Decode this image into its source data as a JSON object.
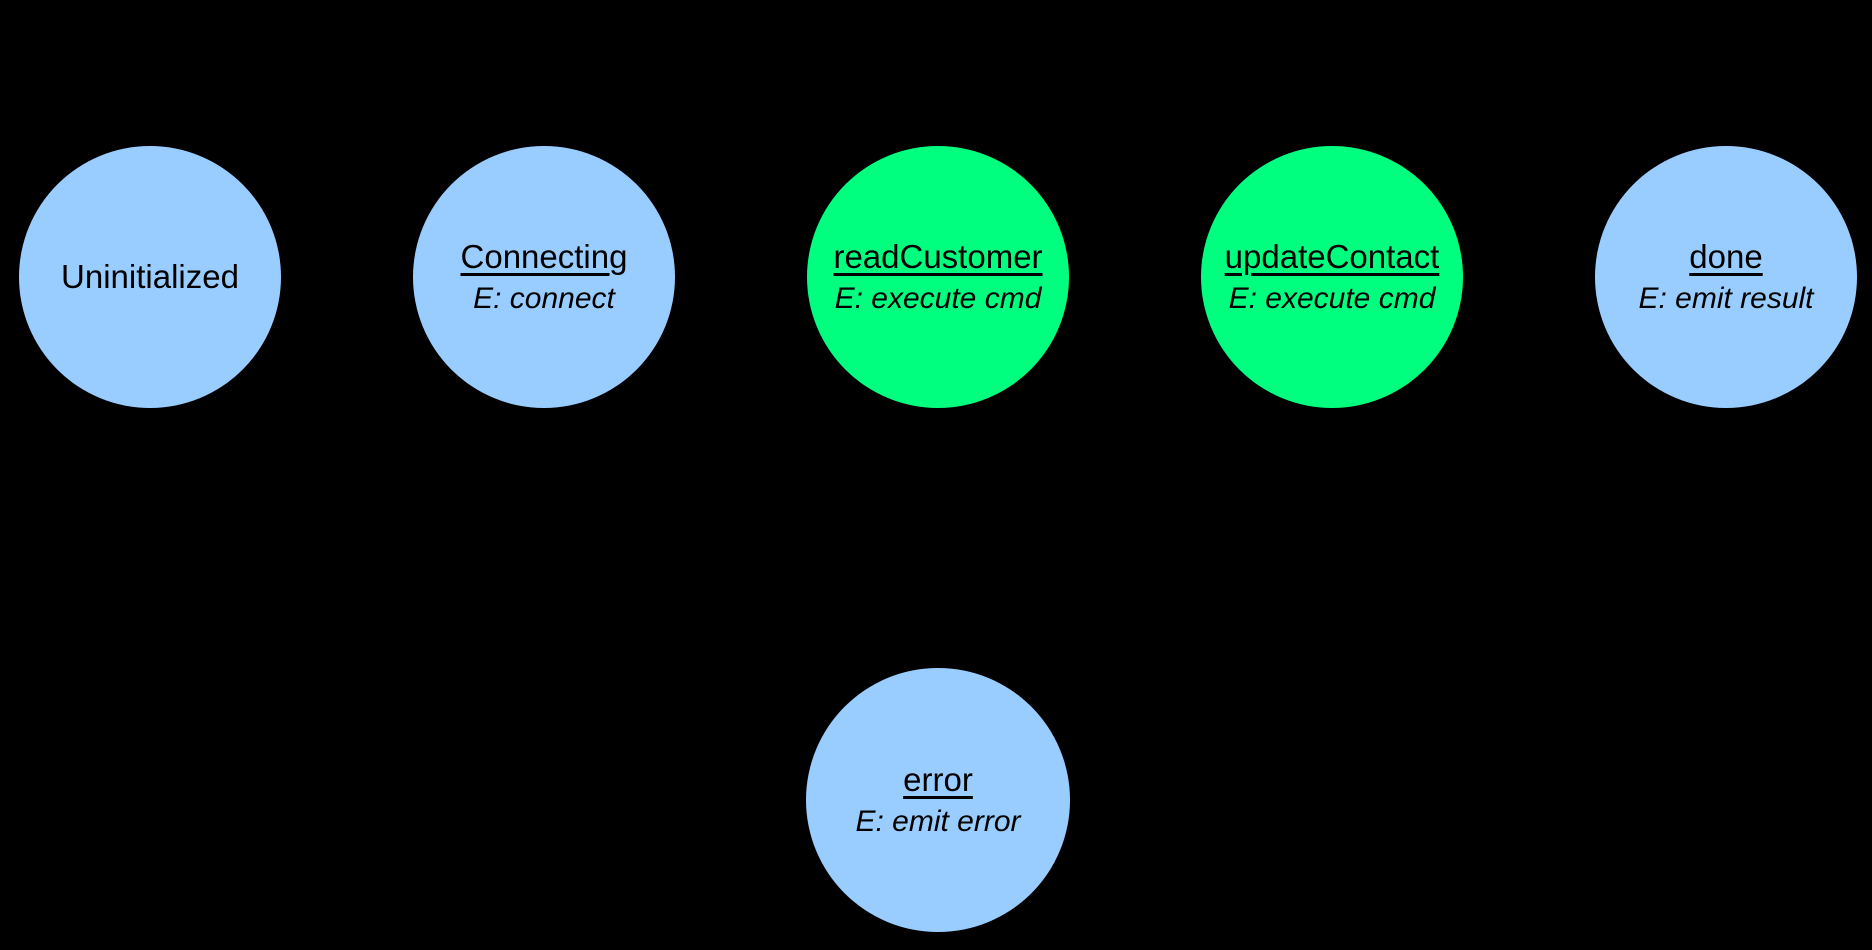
{
  "diagram": {
    "type": "state-machine",
    "background_color": "#000000",
    "text_color": "#000000",
    "colors": {
      "idle_state_fill": "#99CCFF",
      "active_state_fill": "#00FF7F"
    },
    "states": [
      {
        "id": "uninitialized",
        "title": "Uninitialized",
        "color": "#99CCFF",
        "underlined": false
      },
      {
        "id": "connecting",
        "title": "Connecting",
        "entry_action": "E: connect",
        "color": "#99CCFF",
        "underlined": true
      },
      {
        "id": "read-customer",
        "title": "readCustomer",
        "entry_action": "E: execute cmd",
        "color": "#00FF7F",
        "underlined": true
      },
      {
        "id": "update-contact",
        "title": "updateContact",
        "entry_action": "E: execute cmd",
        "color": "#00FF7F",
        "underlined": true
      },
      {
        "id": "done",
        "title": "done",
        "entry_action": "E: emit result",
        "color": "#99CCFF",
        "underlined": true
      },
      {
        "id": "error",
        "title": "error",
        "entry_action": "E: emit error",
        "color": "#99CCFF",
        "underlined": true
      }
    ]
  }
}
